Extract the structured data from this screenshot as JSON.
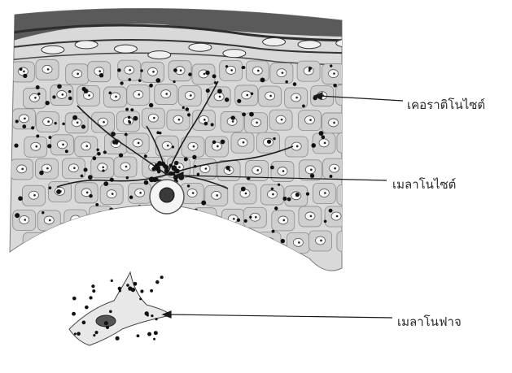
{
  "labels": {
    "keratinocyte": "เคอราติโนไซต์",
    "melanocyte": "เมลาโนไซต์",
    "melanophore": "เมลาโนฟาจ"
  }
}
